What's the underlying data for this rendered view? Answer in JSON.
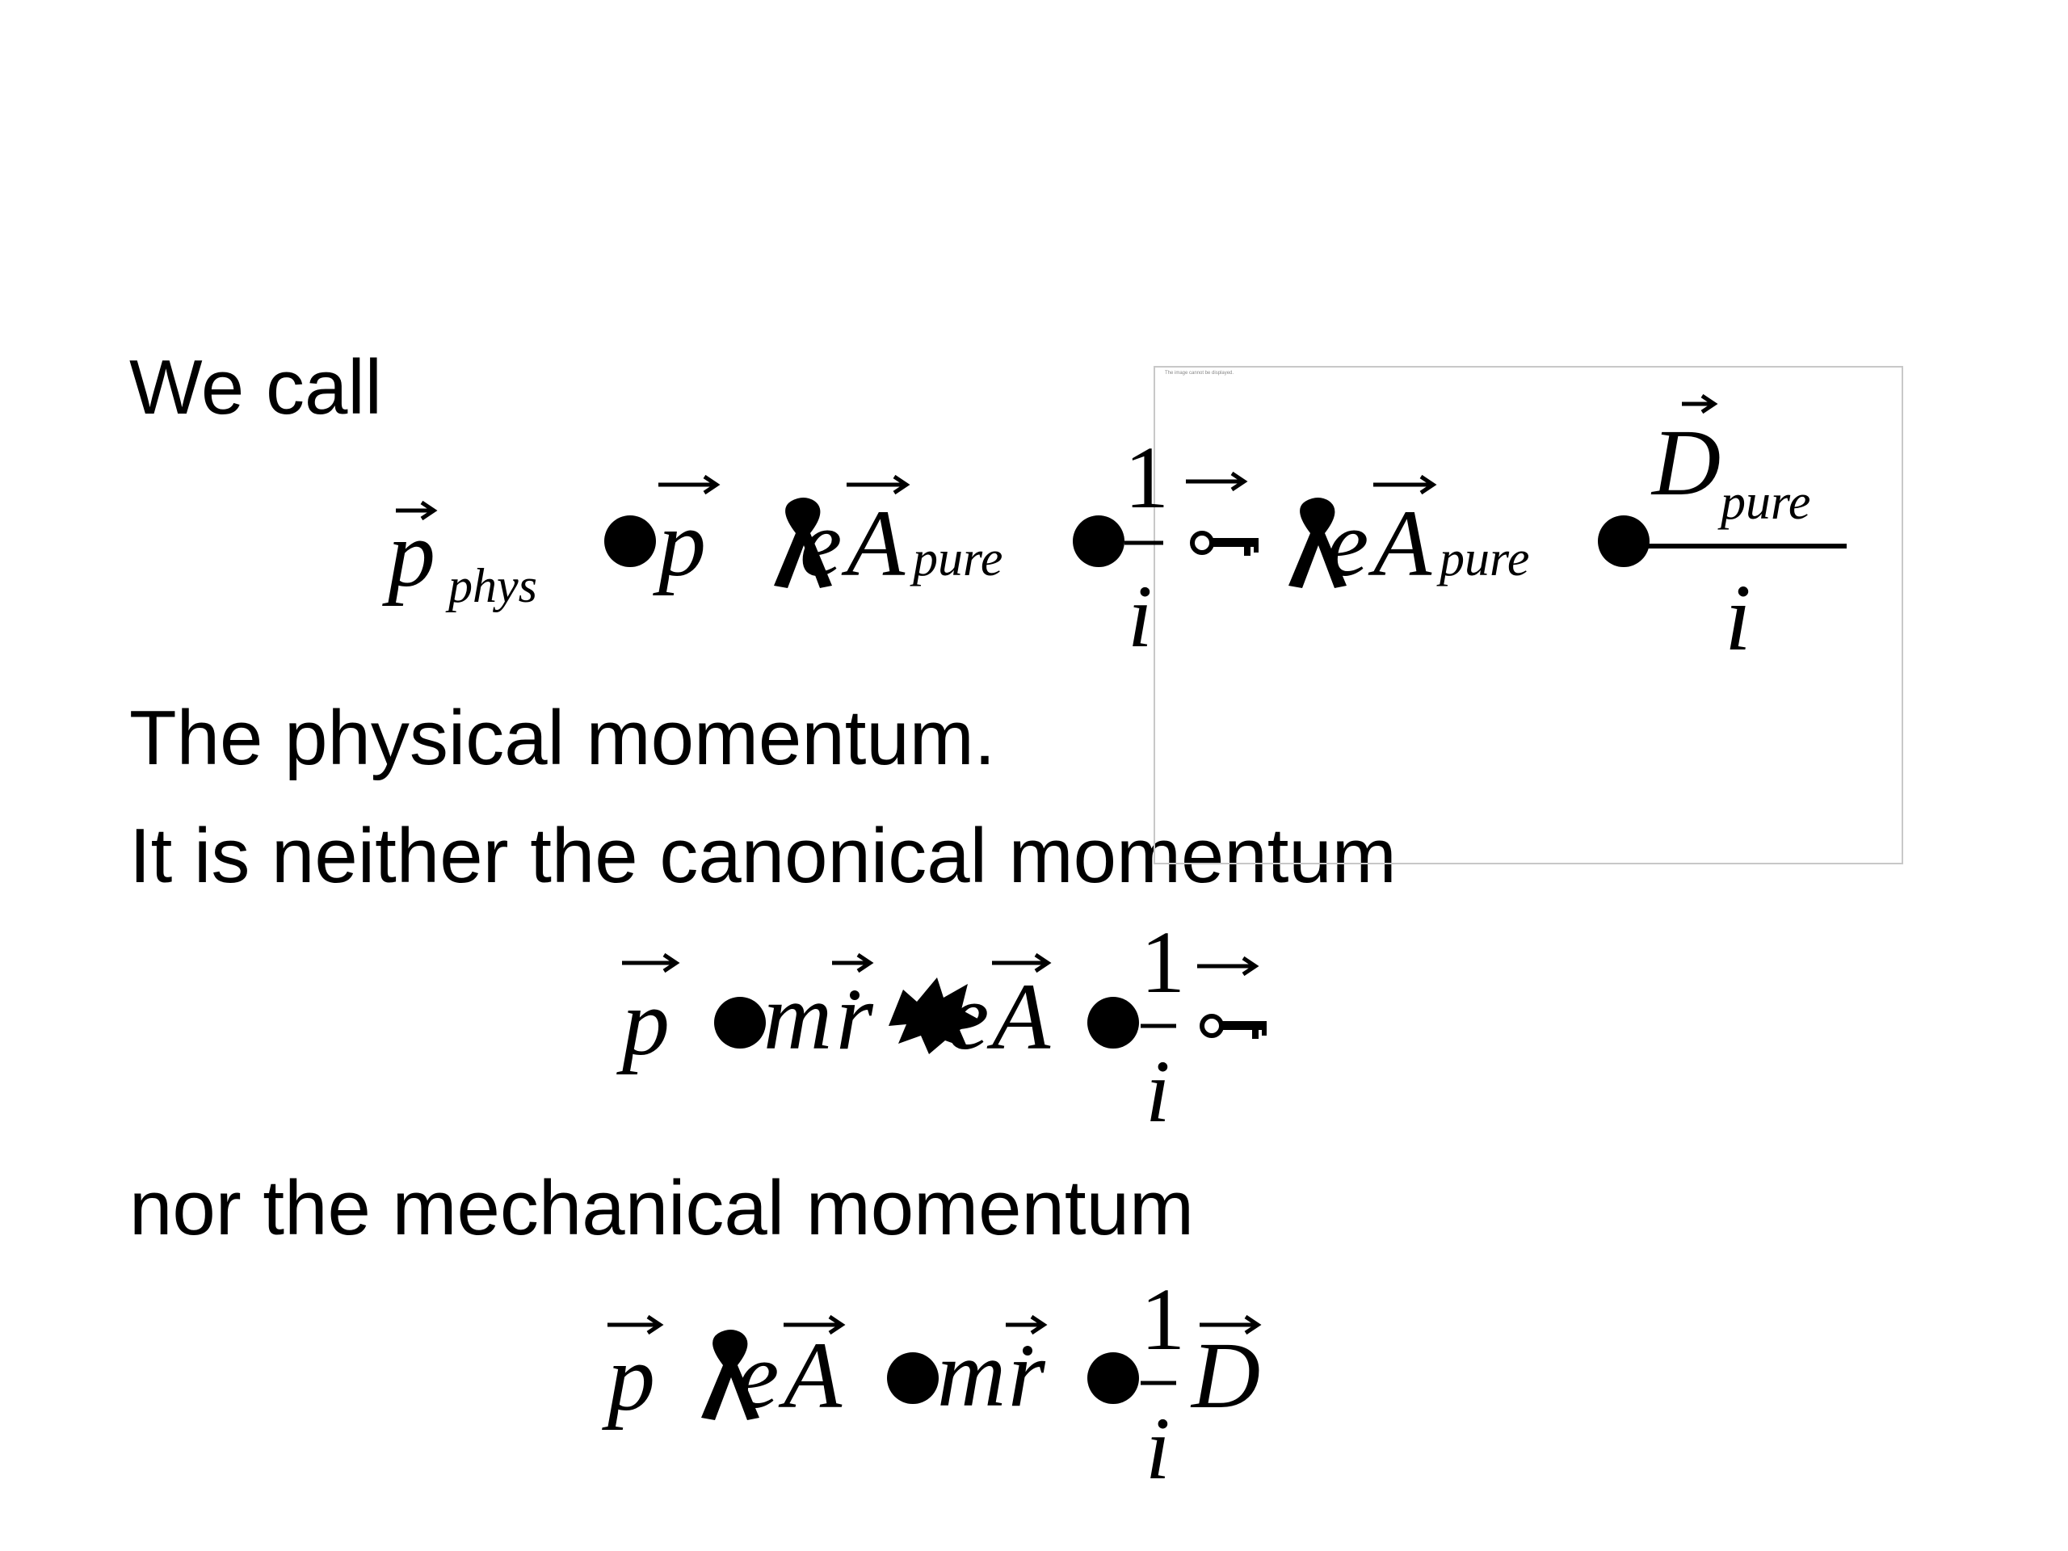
{
  "slide": {
    "line_we_call": "We call",
    "line_physical": "The physical momentum.",
    "line_neither": "It is neither the canonical momentum",
    "line_nor": "nor the mechanical momentum"
  },
  "overlay": {
    "caption": "The image cannot be displayed."
  },
  "equations": {
    "eq1": {
      "p": "p",
      "sub_phys": "phys",
      "p2": "p",
      "e1": "e",
      "A1": "A",
      "sub_pure1": "pure",
      "one": "1",
      "i1": "i",
      "e2": "e",
      "A2": "A",
      "sub_pure2": "pure",
      "D": "D",
      "sub_pure3": "pure",
      "i2": "i"
    },
    "eq2": {
      "p": "p",
      "m": "m",
      "r": "r",
      "e": "e",
      "A": "A",
      "one": "1",
      "i": "i"
    },
    "eq3": {
      "p": "p",
      "e": "e",
      "A": "A",
      "m": "m",
      "r": "r",
      "one": "1",
      "i": "i",
      "D": "D"
    }
  }
}
